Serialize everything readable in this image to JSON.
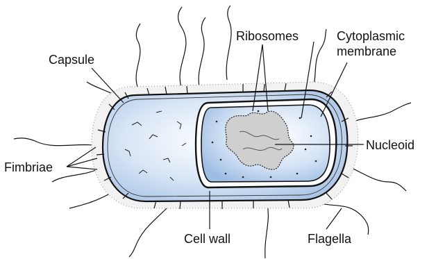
{
  "labels": {
    "capsule": "Capsule",
    "ribosomes": "Ribosomes",
    "cytoplasmic_line1": "Cytoplasmic",
    "cytoplasmic_line2": "membrane",
    "nucleoid": "Nucleoid",
    "fimbriae": "Fimbriae",
    "cell_wall": "Cell wall",
    "flagella": "Flagella"
  },
  "colors": {
    "cell_fill": "#c9dcf2",
    "inner_fill": "#b7d0ee",
    "nucleoid_fill": "#d2d2d2",
    "outline": "#111111"
  }
}
